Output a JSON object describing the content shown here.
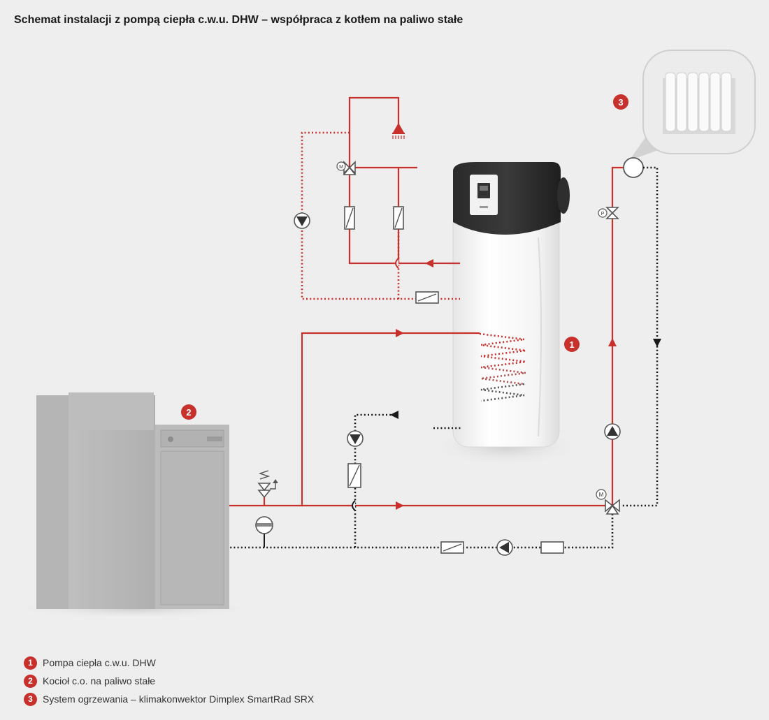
{
  "title": "Schemat instalacji z pompą ciepła c.w.u. DHW – współpraca z kotłem na paliwo stałe",
  "colors": {
    "accent": "#c8302c",
    "hot_line": "#c8302c",
    "return_line": "#1a1a1a",
    "background": "#eeeeee"
  },
  "markers": [
    {
      "number": "1"
    },
    {
      "number": "2"
    },
    {
      "number": "3"
    }
  ],
  "legend": [
    {
      "number": "1",
      "label": "Pompa ciepła c.w.u. DHW"
    },
    {
      "number": "2",
      "label": "Kocioł c.o. na paliwo stałe"
    },
    {
      "number": "3",
      "label": "System ogrzewania – klimakonwektor Dimplex SmartRad SRX"
    }
  ],
  "symbols": {
    "motor_valve": "M",
    "thermostatic_valve": "P"
  },
  "icons": [
    "shower-icon",
    "pump-icon",
    "three-way-valve-icon",
    "heat-exchanger-icon",
    "flow-meter-icon",
    "safety-valve-icon",
    "expansion-vessel-icon",
    "radiator-icon"
  ]
}
